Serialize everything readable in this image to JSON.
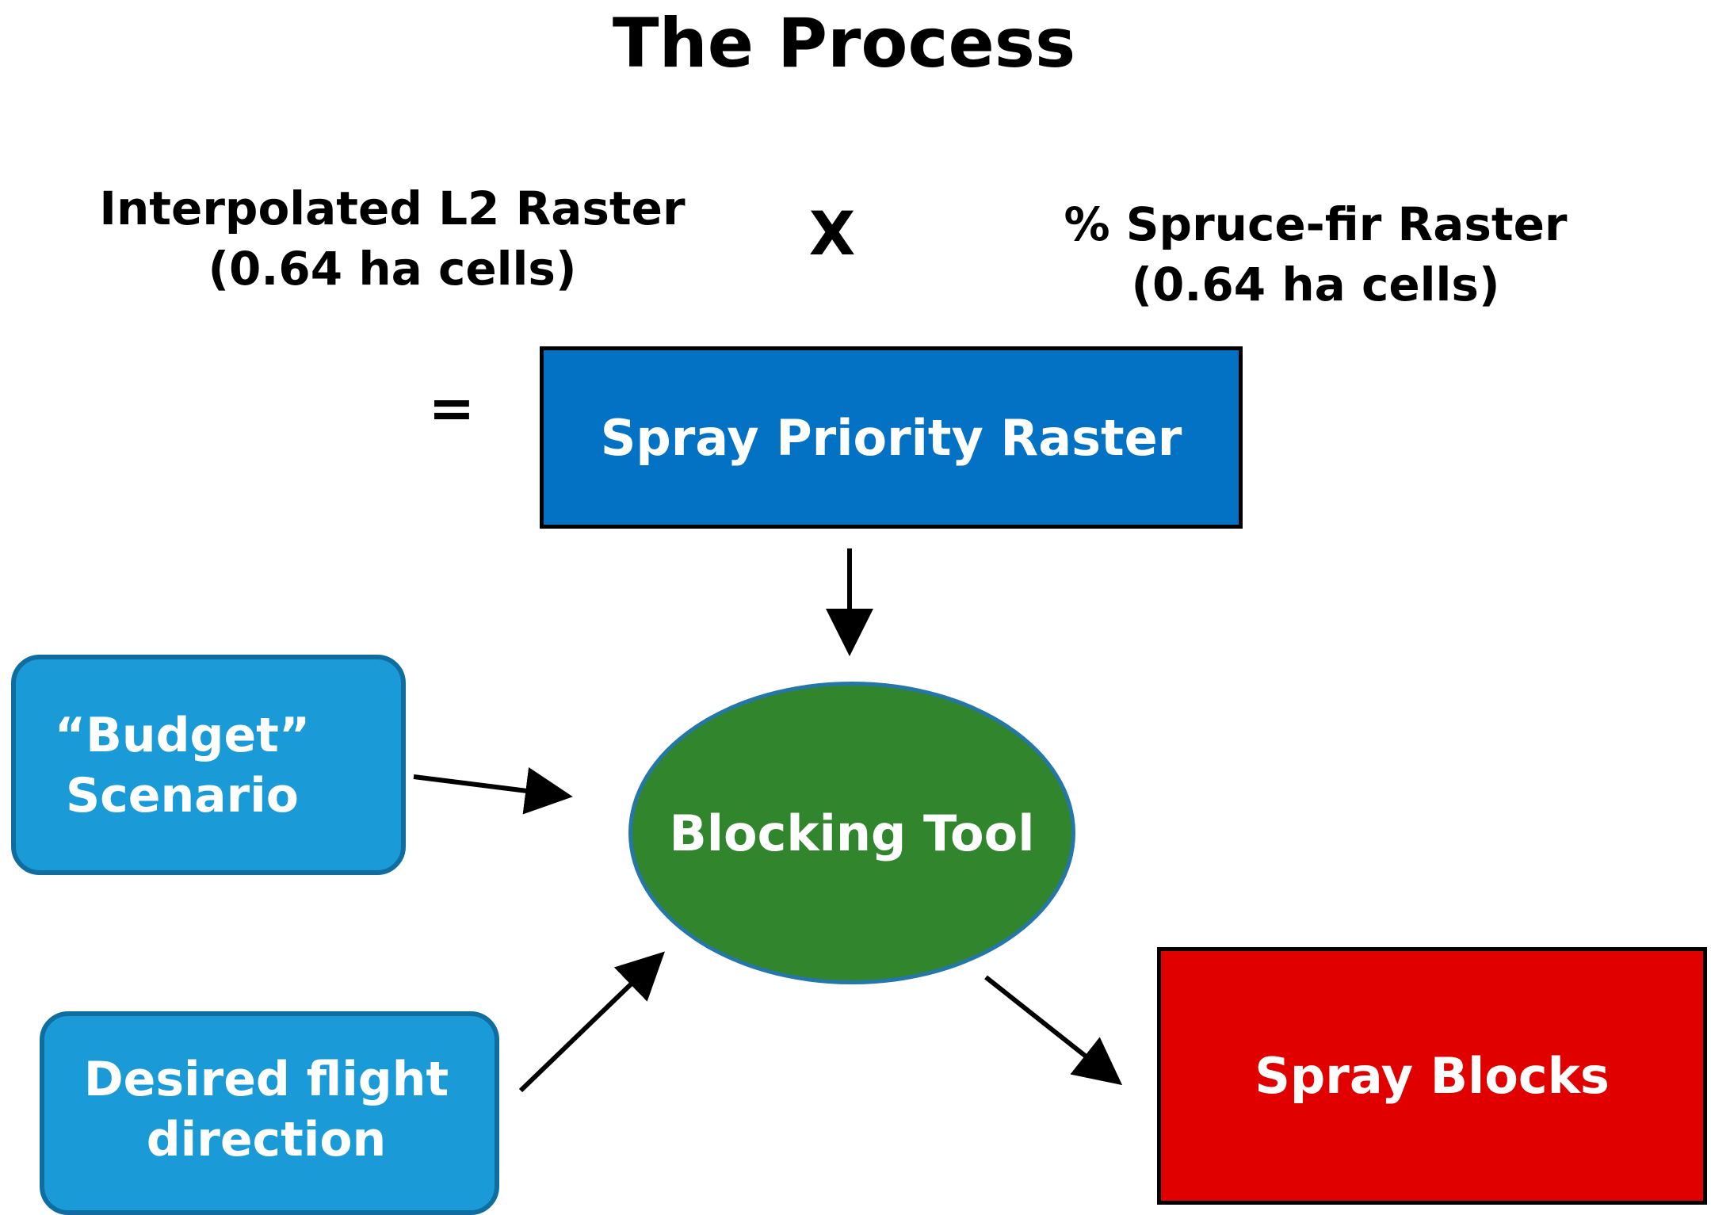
{
  "title": "The Process",
  "inputs": {
    "left_raster": {
      "line1": "Interpolated L2 Raster",
      "line2": "(0.64 ha cells)"
    },
    "operator": "X",
    "right_raster": {
      "line1": "% Spruce-fir Raster",
      "line2": "(0.64 ha cells)"
    },
    "equals": "="
  },
  "nodes": {
    "spray_priority_raster": "Spray Priority Raster",
    "budget_scenario": {
      "line1": "“Budget”",
      "line2": "Scenario"
    },
    "desired_flight_direction": {
      "line1": "Desired flight",
      "line2": "direction"
    },
    "blocking_tool": "Blocking Tool",
    "spray_blocks": "Spray Blocks"
  },
  "colors": {
    "spray_priority_fill": "#0371C4",
    "input_box_fill": "#1A9BD8",
    "input_box_border": "#0F6E9F",
    "blocking_tool_fill": "#31852D",
    "blocking_tool_border": "#2477A6",
    "spray_blocks_fill": "#E00000",
    "arrow": "#000000"
  },
  "edges": [
    {
      "from": "spray_priority_raster",
      "to": "blocking_tool"
    },
    {
      "from": "budget_scenario",
      "to": "blocking_tool"
    },
    {
      "from": "desired_flight_direction",
      "to": "blocking_tool"
    },
    {
      "from": "blocking_tool",
      "to": "spray_blocks"
    }
  ]
}
